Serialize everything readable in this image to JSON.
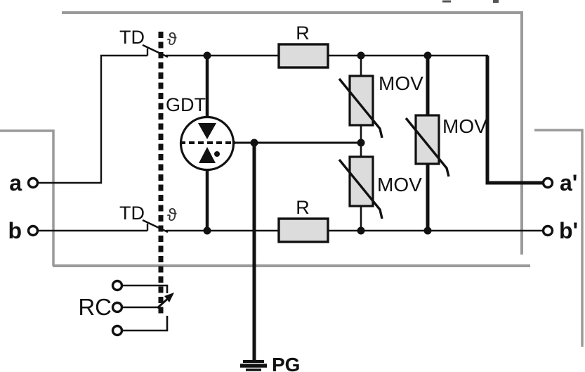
{
  "labels": {
    "terminal_a": "a",
    "terminal_b": "b",
    "terminal_a_out": "a'",
    "terminal_b_out": "b'",
    "terminal_rc": "RC",
    "ground_pg": "PG",
    "td_top": "TD",
    "td_bottom": "TD",
    "theta_top": "ϑ",
    "theta_bottom": "ϑ",
    "gdt": "GDT",
    "resistor_top": "R",
    "resistor_bottom": "R",
    "mov_upper": "MOV",
    "mov_lower": "MOV",
    "mov_right": "MOV"
  },
  "colors": {
    "wire": "#111111",
    "frame": "#9a9a9a",
    "component_fill": "#dcdcdc",
    "background": "#ffffff"
  }
}
